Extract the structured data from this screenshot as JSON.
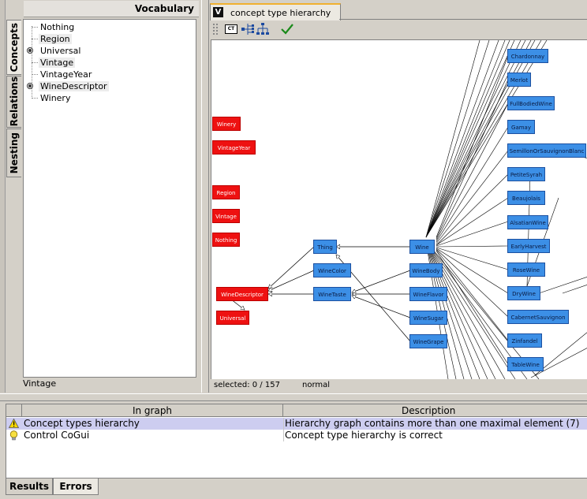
{
  "vocabulary": {
    "title": "Vocabulary",
    "tabs": [
      {
        "label": "Concepts"
      },
      {
        "label": "Relations"
      },
      {
        "label": "Nesting"
      }
    ],
    "tree": [
      "Nothing",
      "Region",
      "Universal",
      "Vintage",
      "VintageYear",
      "WineDescriptor",
      "Winery"
    ],
    "selected": "Vintage"
  },
  "graph": {
    "tab_label": "concept type hierarchy",
    "tab_icon": "V",
    "toolbar": {
      "ct_label": "CT"
    },
    "status": {
      "count": "selected: 0 / 157",
      "mode": "normal"
    },
    "nodes": {
      "winery": "Winery",
      "vintageyear": "VintageYear",
      "region": "Region",
      "vintage": "Vintage",
      "nothing": "Nothing",
      "winedescriptor": "WineDescriptor",
      "universal": "Universal",
      "thing": "Thing",
      "winecolor": "WineColor",
      "winetaste": "WineTaste",
      "wine": "Wine",
      "winebody": "WineBody",
      "wineflavor": "WineFlavor",
      "winesugar": "WineSugar",
      "winegrape": "WineGrape",
      "chardonnay": "Chardonnay",
      "merlot": "Merlot",
      "fullbodiedwine": "FullBodiedWine",
      "gamay": "Gamay",
      "semillon": "SemillonOrSauvignonBlanc",
      "petitesyrah": "PetiteSyrah",
      "beaujolais": "Beaujolais",
      "alsatianwine": "AlsatianWine",
      "earlyharvest": "EarlyHarvest",
      "rosewine": "RoseWine",
      "drywine": "DryWine",
      "cabernet": "CabernetSauvignon",
      "zinfandel": "Zinfandel",
      "tablewine": "TableWine"
    }
  },
  "results": {
    "columns": {
      "in_graph": "In graph",
      "description": "Description"
    },
    "rows": [
      {
        "in_graph": "Concept types hierarchy",
        "description": "Hierarchy graph contains more than one maximal element (7)",
        "icon": "warning-icon",
        "highlight": true
      },
      {
        "in_graph": "Control CoGui",
        "description": "Concept type hierarchy is correct",
        "icon": "lightbulb-icon",
        "highlight": false
      }
    ],
    "tabs": [
      {
        "label": "Results"
      },
      {
        "label": "Errors"
      }
    ]
  },
  "colors": {
    "concept_node": "#3c8fe6",
    "root_node": "#ee1111",
    "row_highlight": "#cdcdf0",
    "tab_accent": "#f0b030"
  }
}
